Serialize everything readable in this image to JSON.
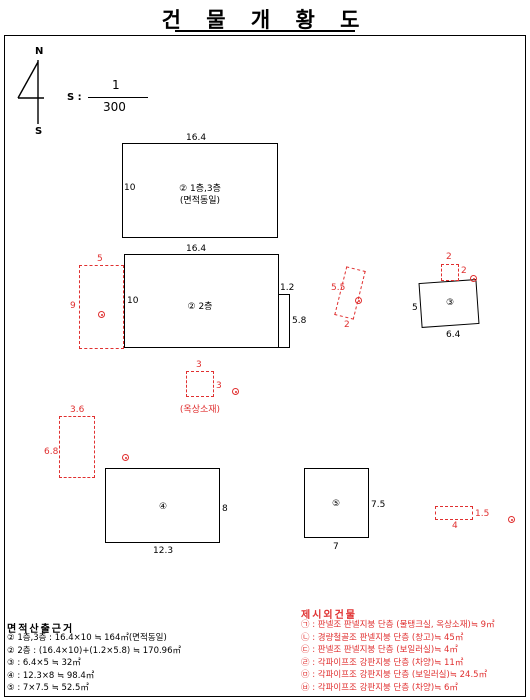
{
  "title": "건 물 개 황 도",
  "compass": {
    "north": "N",
    "south": "S"
  },
  "scale": {
    "label": "S :",
    "numerator": "1",
    "denominator": "300"
  },
  "buildings": {
    "b1": {
      "label": "② 1층,3층",
      "sub": "(면적동일)",
      "top_dim": "16.4",
      "side_dim": "10"
    },
    "b2": {
      "label": "② 2층",
      "top_dim": "16.4",
      "side_dim": "10",
      "ext_w": "1.2",
      "ext_h": "5.8"
    },
    "b3": {
      "label": "③",
      "w": "6.4",
      "h": "5"
    },
    "b4": {
      "label": "④",
      "w": "12.3",
      "h": "8"
    },
    "b5": {
      "label": "⑤",
      "w": "7",
      "h": "7.5"
    }
  },
  "excluded_marks": {
    "a": {
      "w": "5",
      "h": "9"
    },
    "b": {
      "w": "3",
      "h": "3",
      "caption": "(옥상소재)"
    },
    "c": {
      "w": "3.6",
      "h": "6.8"
    },
    "d": {
      "w": "5.5",
      "h": "2"
    },
    "e": {
      "w": "2",
      "h": "2"
    },
    "f": {
      "w": "4",
      "h": "1.5"
    }
  },
  "area_calc": {
    "heading": "면적산출근거",
    "lines": [
      "② 1층,3층 : 16.4×10 ≒ 164㎡(면적동일)",
      "② 2층 : (16.4×10)+(1.2×5.8) ≒ 170.96㎡",
      "③ : 6.4×5 ≒ 32㎡",
      "④ : 12.3×8 ≒ 98.4㎡",
      "⑤ : 7×7.5 ≒ 52.5㎡"
    ]
  },
  "excluded": {
    "heading": "제시외건물",
    "lines": [
      "㉠ : 판넬조 판넬지붕 단층 (물탱크실, 옥상소재)≒ 9㎡",
      "㉡ : 경량철골조 판넬지붕 단층 (창고)≒ 45㎡",
      "㉢ : 판넬조 판넬지붕 단층 (보일러실)≒ 4㎡",
      "㉣ : 각파이프조 강판지붕 단층 (차양)≒ 11㎡",
      "㉤ : 각파이프조 강판지붕 단층 (보일러실)≒ 24.5㎡",
      "㉥ : 각파이프조 강판지붕 단층 (차양)≒ 6㎡"
    ]
  },
  "colors": {
    "building": "#000000",
    "excluded": "#e03030"
  }
}
